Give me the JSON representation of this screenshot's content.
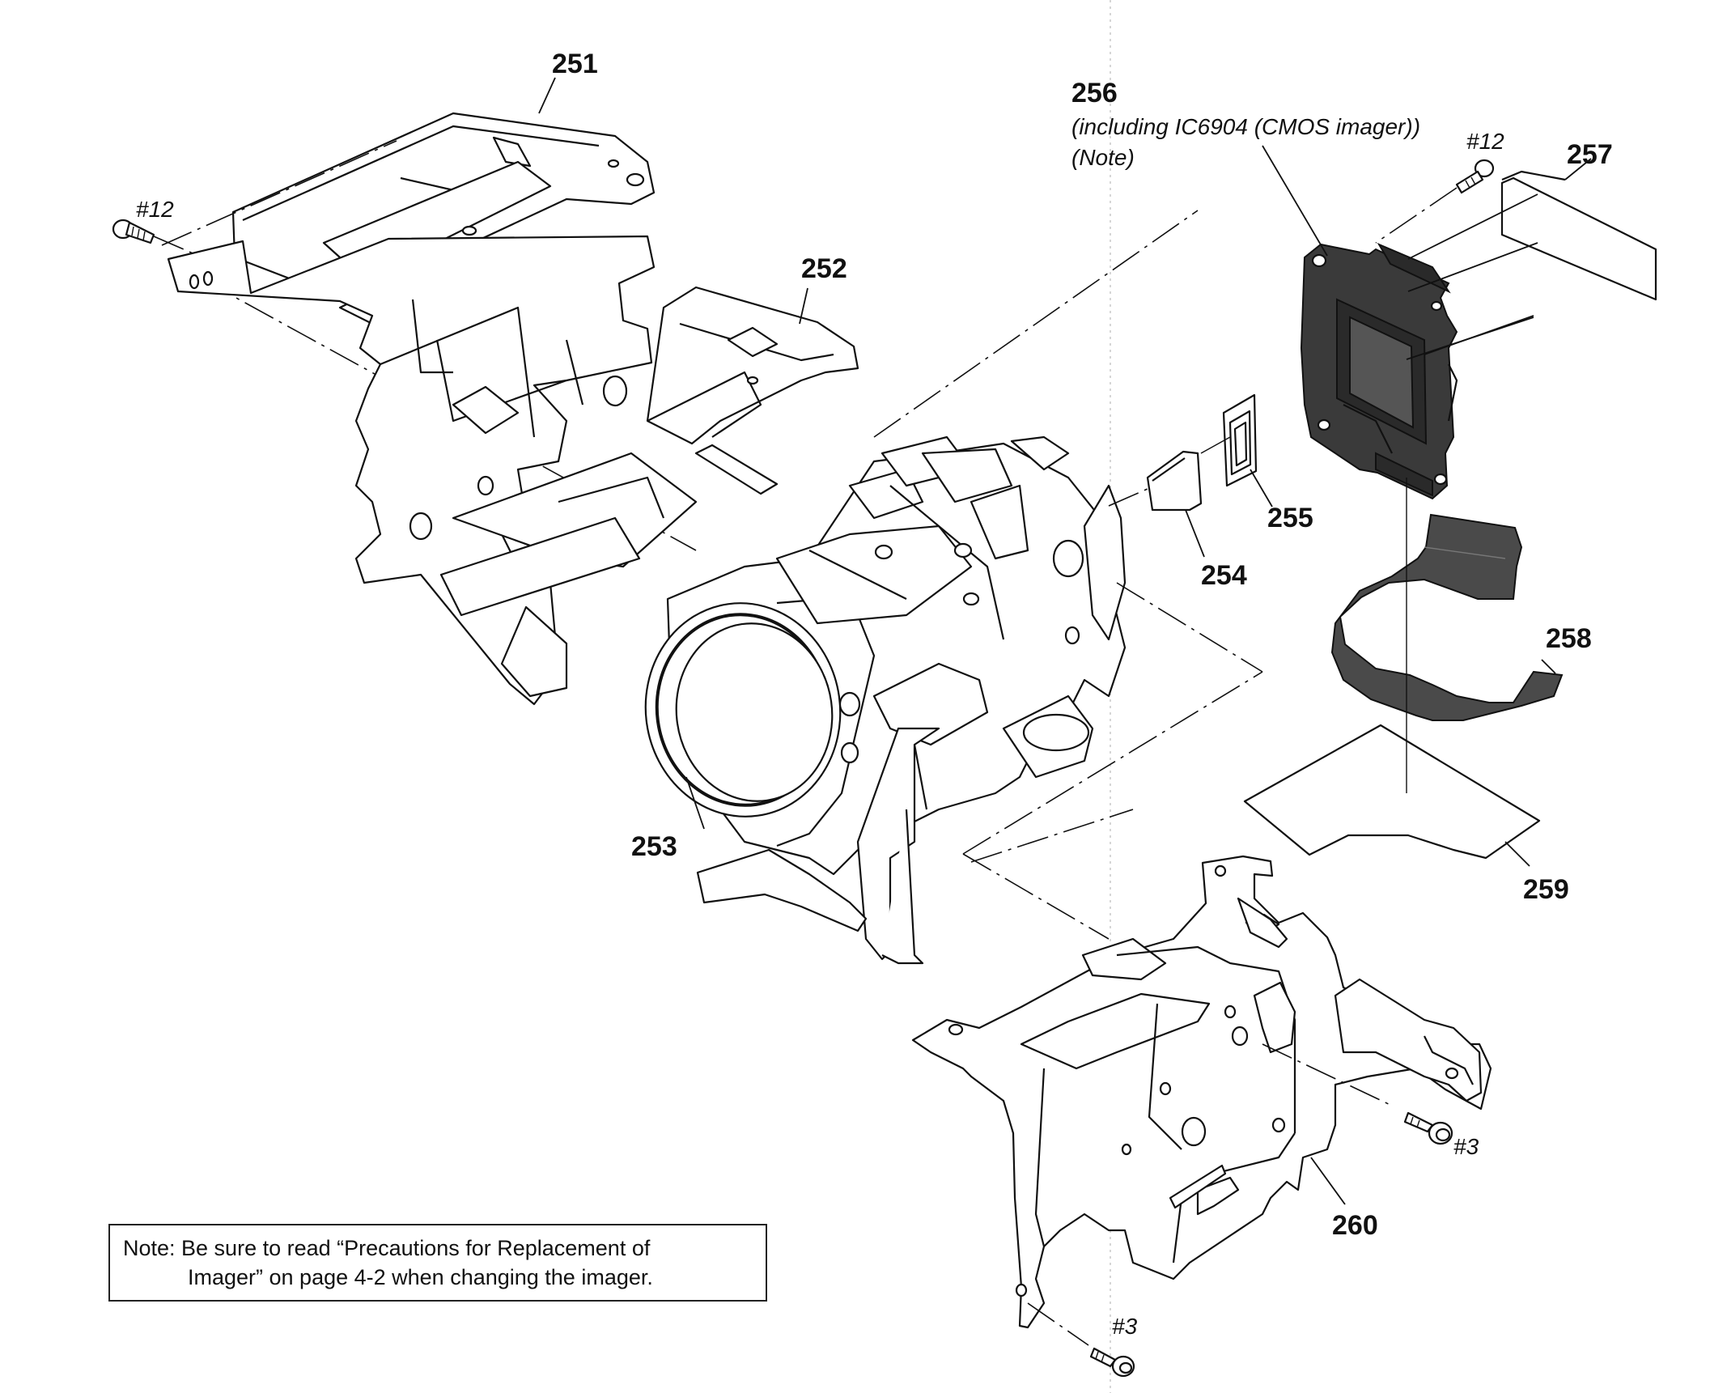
{
  "parts": {
    "p251": "251",
    "p252": "252",
    "p253": "253",
    "p254": "254",
    "p255": "255",
    "p256": "256",
    "p256_desc1": "(including IC6904 (CMOS imager))",
    "p256_desc2": "(Note)",
    "p257": "257",
    "p258": "258",
    "p259": "259",
    "p260": "260"
  },
  "screws": {
    "s12_left": "#12",
    "s12_right": "#12",
    "s3_right": "#3",
    "s3_bottom": "#3"
  },
  "note": {
    "line1": "Note:  Be sure to read “Precautions for Replacement of",
    "line2": "Imager” on page 4-2 when changing the imager."
  }
}
